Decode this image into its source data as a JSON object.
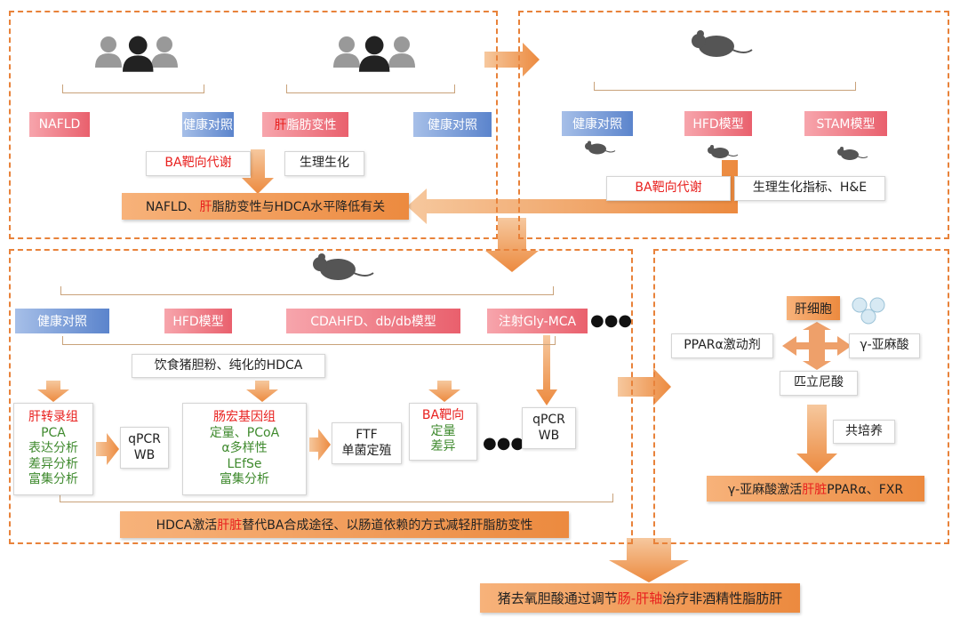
{
  "panel1": {
    "labels": [
      "NAFLD",
      "健康对照",
      "肝",
      "脂肪变性",
      "健康对照"
    ],
    "ba": "BA靶向代谢",
    "bio": "生理生化",
    "result": {
      "a": "NAFLD、",
      "b": "肝",
      "c": "脂肪变性与HDCA水平降低有关"
    }
  },
  "panel2": {
    "labels": [
      "健康对照",
      "HFD模型",
      "STAM模型"
    ],
    "ba": "BA靶向代谢",
    "bio": "生理生化指标、H&E"
  },
  "panel3": {
    "labels": [
      "健康对照",
      "HFD模型",
      "CDAHFD、db/db模型",
      "注射Gly-MCA"
    ],
    "more": "●●●",
    "diet": "饮食猪胆粉、纯化的HDCA",
    "liver": {
      "title": "肝转录组",
      "items": [
        "PCA",
        "表达分析",
        "差异分析",
        "富集分析"
      ]
    },
    "qpcr1": [
      "qPCR",
      "WB"
    ],
    "gut": {
      "title": "肠宏基因组",
      "items": [
        "定量、PCoA",
        "α多样性",
        "LEfSe",
        "富集分析"
      ]
    },
    "ftf": [
      "FTF",
      "单菌定殖"
    ],
    "ba": {
      "title": "BA靶向",
      "items": [
        "定量",
        "差异"
      ]
    },
    "qpcr2": [
      "qPCR",
      "WB"
    ],
    "result": {
      "a": "HDCA激活",
      "b": "肝脏",
      "c": "替代BA合成途径、以肠道依赖的方式减轻肝脂肪变性"
    }
  },
  "panel4": {
    "cell": "肝细胞",
    "agonist": "PPARα激动剂",
    "gla": "γ-亚麻酸",
    "pir": "匹立尼酸",
    "co": "共培养",
    "result": {
      "a": "γ-亚麻酸激活",
      "b": "肝脏",
      "c": "PPARα、FXR"
    }
  },
  "final": {
    "a": "猪去氧胆酸通过调节",
    "b": "肠-肝轴",
    "c": "治疗非酒精性脂肪肝"
  },
  "colors": {
    "accent": "#ec8a3f",
    "red": "#e8201e",
    "green": "#3f8a2e"
  }
}
